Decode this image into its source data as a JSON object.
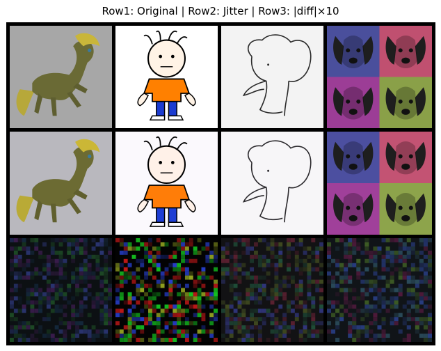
{
  "figure": {
    "title": "Row1: Original | Row2: Jitter | Row3: |diff|×10"
  },
  "rows": [
    {
      "row_key": "original",
      "tiles": [
        {
          "subject": "horse-figurine",
          "background_color": "#a7a7a7"
        },
        {
          "subject": "cartoon-boy",
          "background_color": "#ffffff"
        },
        {
          "subject": "elephant-sketch",
          "background_color": "#f3f3f3"
        },
        {
          "subject": "dog-pop-art-quad",
          "panel_colors": [
            "#4a4f9c",
            "#c05070",
            "#9c3d96",
            "#8aa048"
          ]
        }
      ]
    },
    {
      "row_key": "jitter",
      "tiles": [
        {
          "subject": "horse-figurine",
          "background_color": "#b9b8be"
        },
        {
          "subject": "cartoon-boy",
          "background_color": "#fbf9fd"
        },
        {
          "subject": "elephant-sketch",
          "background_color": "#f7f6f8"
        },
        {
          "subject": "dog-pop-art-quad",
          "panel_colors": [
            "#4c4fa0",
            "#c35373",
            "#a0409a",
            "#8da44b"
          ]
        }
      ]
    },
    {
      "row_key": "diff",
      "tiles": [
        {
          "subject": "noise-dark",
          "base_color": "#0c1013",
          "palette": [
            "#2a3470",
            "#1d4a25",
            "#3a1c4c",
            "#152a40"
          ]
        },
        {
          "subject": "noise-bright",
          "base_color": "#030303",
          "palette": [
            "#14c020",
            "#c01818",
            "#2840d0",
            "#90a020"
          ]
        },
        {
          "subject": "noise-fine",
          "base_color": "#121214",
          "palette": [
            "#5a2030",
            "#20503a",
            "#30357a",
            "#404a20"
          ]
        },
        {
          "subject": "noise-mixed",
          "base_color": "#101418",
          "palette": [
            "#283c80",
            "#3c5a24",
            "#501a3c",
            "#2a4a5a"
          ]
        }
      ]
    }
  ]
}
